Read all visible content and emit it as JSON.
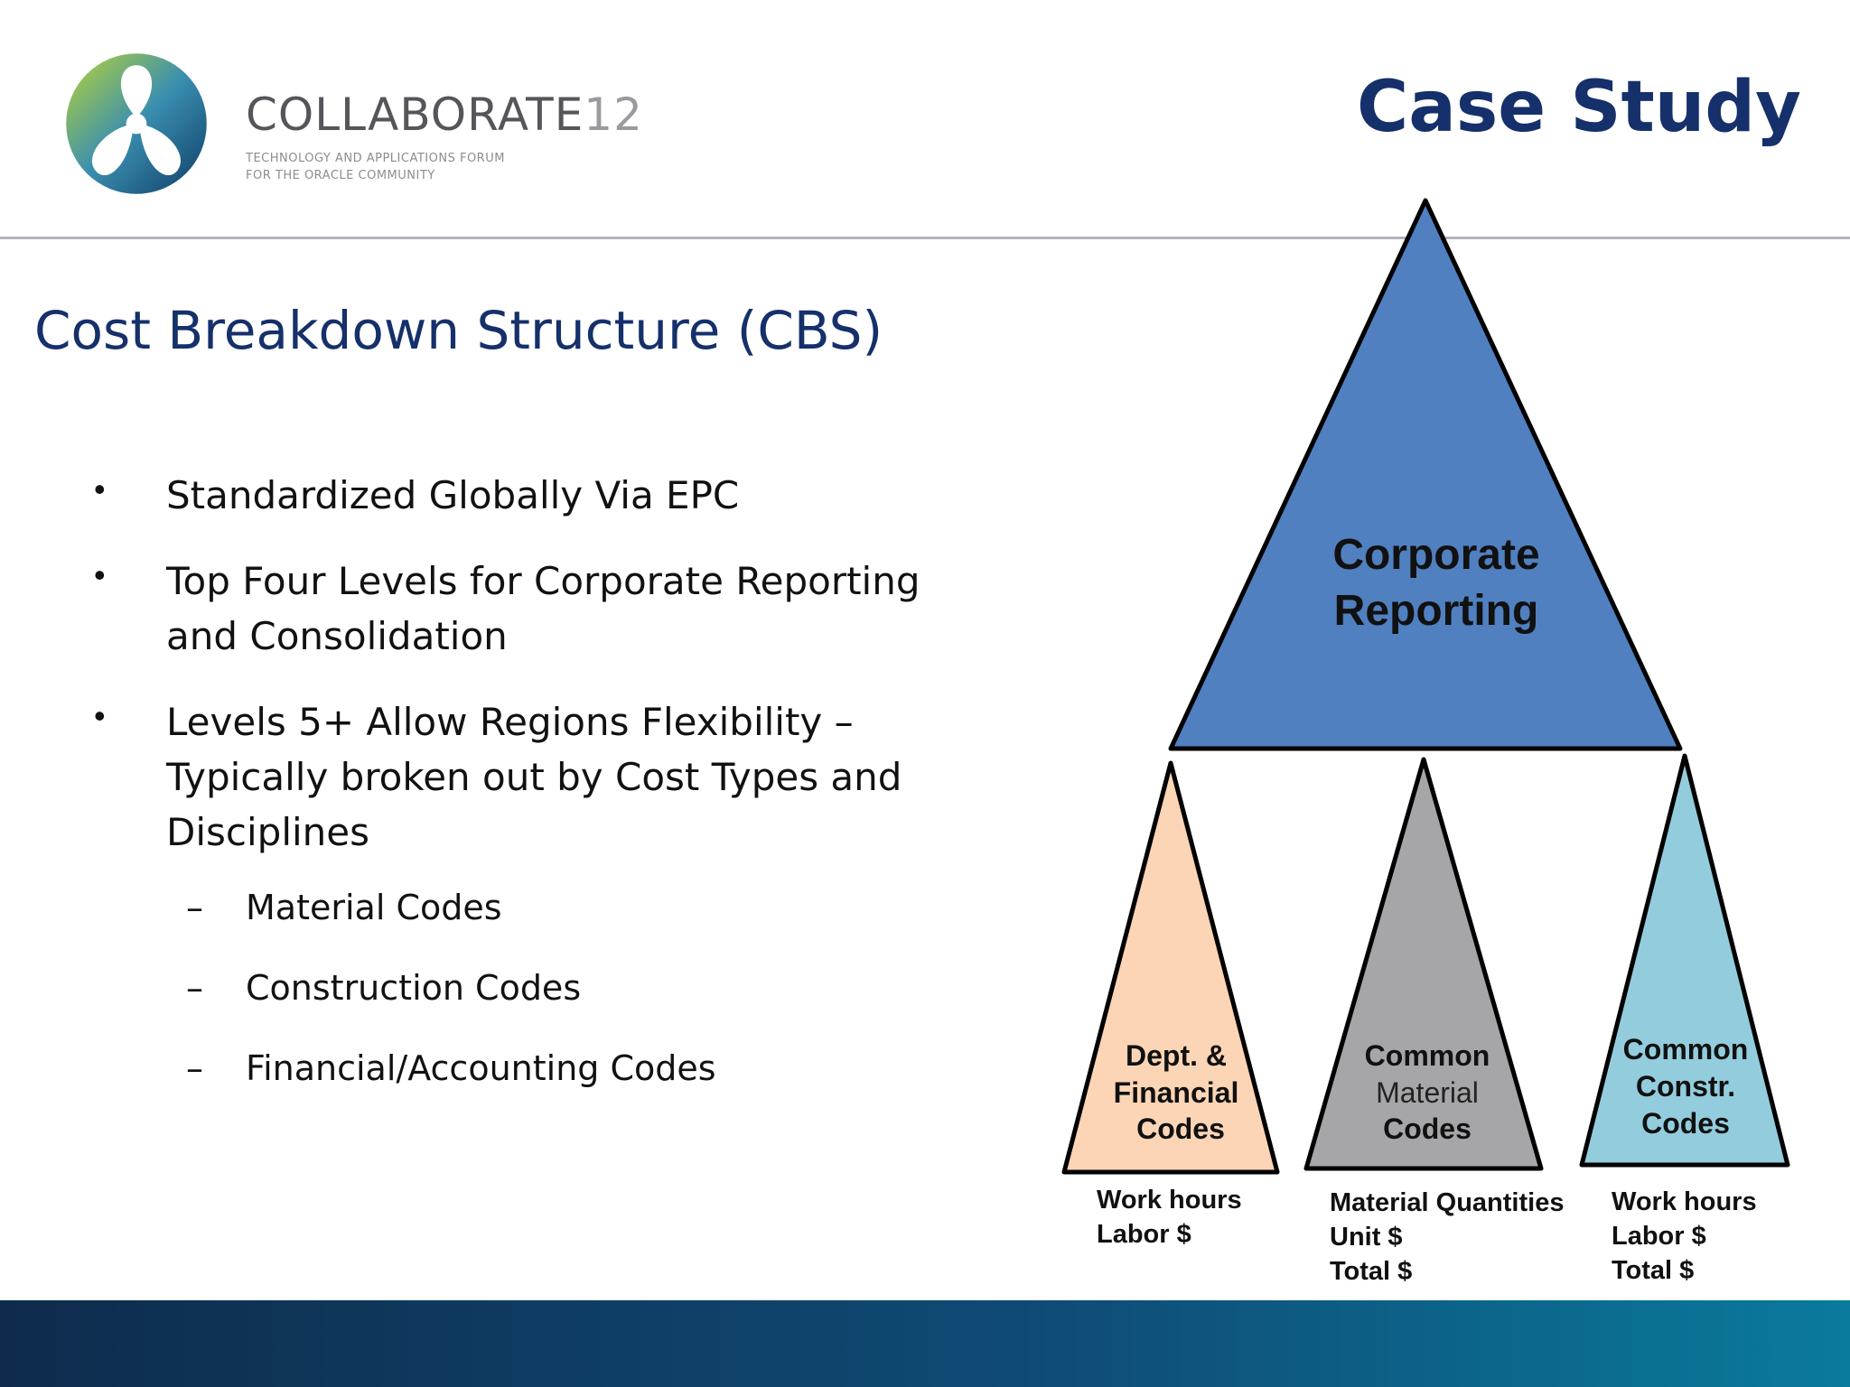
{
  "header": {
    "brand_name": "COLLABORATE",
    "brand_number": "12",
    "brand_tagline_1": "TECHNOLOGY AND APPLICATIONS FORUM",
    "brand_tagline_2": "FOR THE ORACLE COMMUNITY",
    "title": "Case Study"
  },
  "section_title": "Cost Breakdown Structure (CBS)",
  "bullets": [
    {
      "text": "Standardized Globally Via EPC"
    },
    {
      "text": "Top Four Levels for Corporate Reporting and Consolidation"
    },
    {
      "text": "Levels 5+ Allow Regions Flexibility – Typically broken out by Cost Types and Disciplines"
    }
  ],
  "sub_bullets": [
    {
      "text": "Material Codes"
    },
    {
      "text": "Construction Codes"
    },
    {
      "text": "Financial/Accounting Codes"
    }
  ],
  "diagram": {
    "top": {
      "line1": "Corporate",
      "line2": "Reporting",
      "color": "#5080c0"
    },
    "left": {
      "line1": "Dept. &",
      "line2": "Financial",
      "line3": "Codes",
      "color": "#fbd5b5",
      "measures": [
        "Work hours",
        "Labor $"
      ]
    },
    "middle": {
      "line1": "Common",
      "line2": "Material",
      "line3": "Codes",
      "color": "#a6a6a8",
      "measures": [
        "Material Quantities",
        "Unit $",
        "Total $"
      ]
    },
    "right": {
      "line1": "Common",
      "line2": "Constr.",
      "line3": "Codes",
      "color": "#93cddd",
      "measures": [
        "Work hours",
        "Labor $",
        "Total $"
      ]
    }
  },
  "colors": {
    "title_navy": "#15306b",
    "rule_gray": "#b2b3b9",
    "logo_green": "#a8cf38",
    "logo_blue": "#0f4a74"
  }
}
